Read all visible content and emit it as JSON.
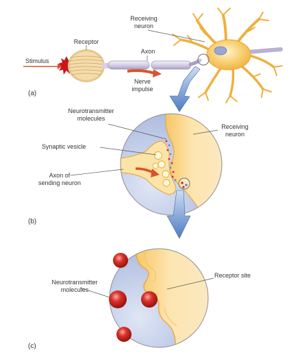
{
  "panel_a": {
    "letter": "(a)",
    "stimulus": "Stimulus",
    "receptor": "Receptor",
    "axon": "Axon",
    "nerve_impulse_line1": "Nerve",
    "nerve_impulse_line2": "impulse",
    "receiving_neuron_line1": "Receiving",
    "receiving_neuron_line2": "neuron"
  },
  "panel_b": {
    "letter": "(b)",
    "neurotransmitter_line1": "Neurotransmitter",
    "neurotransmitter_line2": "molecules",
    "receiving_neuron_line1": "Receiving",
    "receiving_neuron_line2": "neuron",
    "synaptic_vesicle": "Synaptic vesicle",
    "axon_sending_line1": "Axon of",
    "axon_sending_line2": "sending neuron"
  },
  "panel_c": {
    "letter": "(c)",
    "receptor_site": "Receptor site",
    "neurotransmitter_line1": "Neurotransmitter",
    "neurotransmitter_line2": "molecules"
  },
  "colors": {
    "neuron_fill": "#f6c35a",
    "neuron_light": "#fbe3a8",
    "receptor_fill": "#f2d7a0",
    "axon_fill": "#e3deef",
    "arrow_blue": "#5a86c6",
    "impulse_red": "#d9542a",
    "molecule_red": "#d62b24",
    "synapse_bg": "#b9c7e6"
  }
}
